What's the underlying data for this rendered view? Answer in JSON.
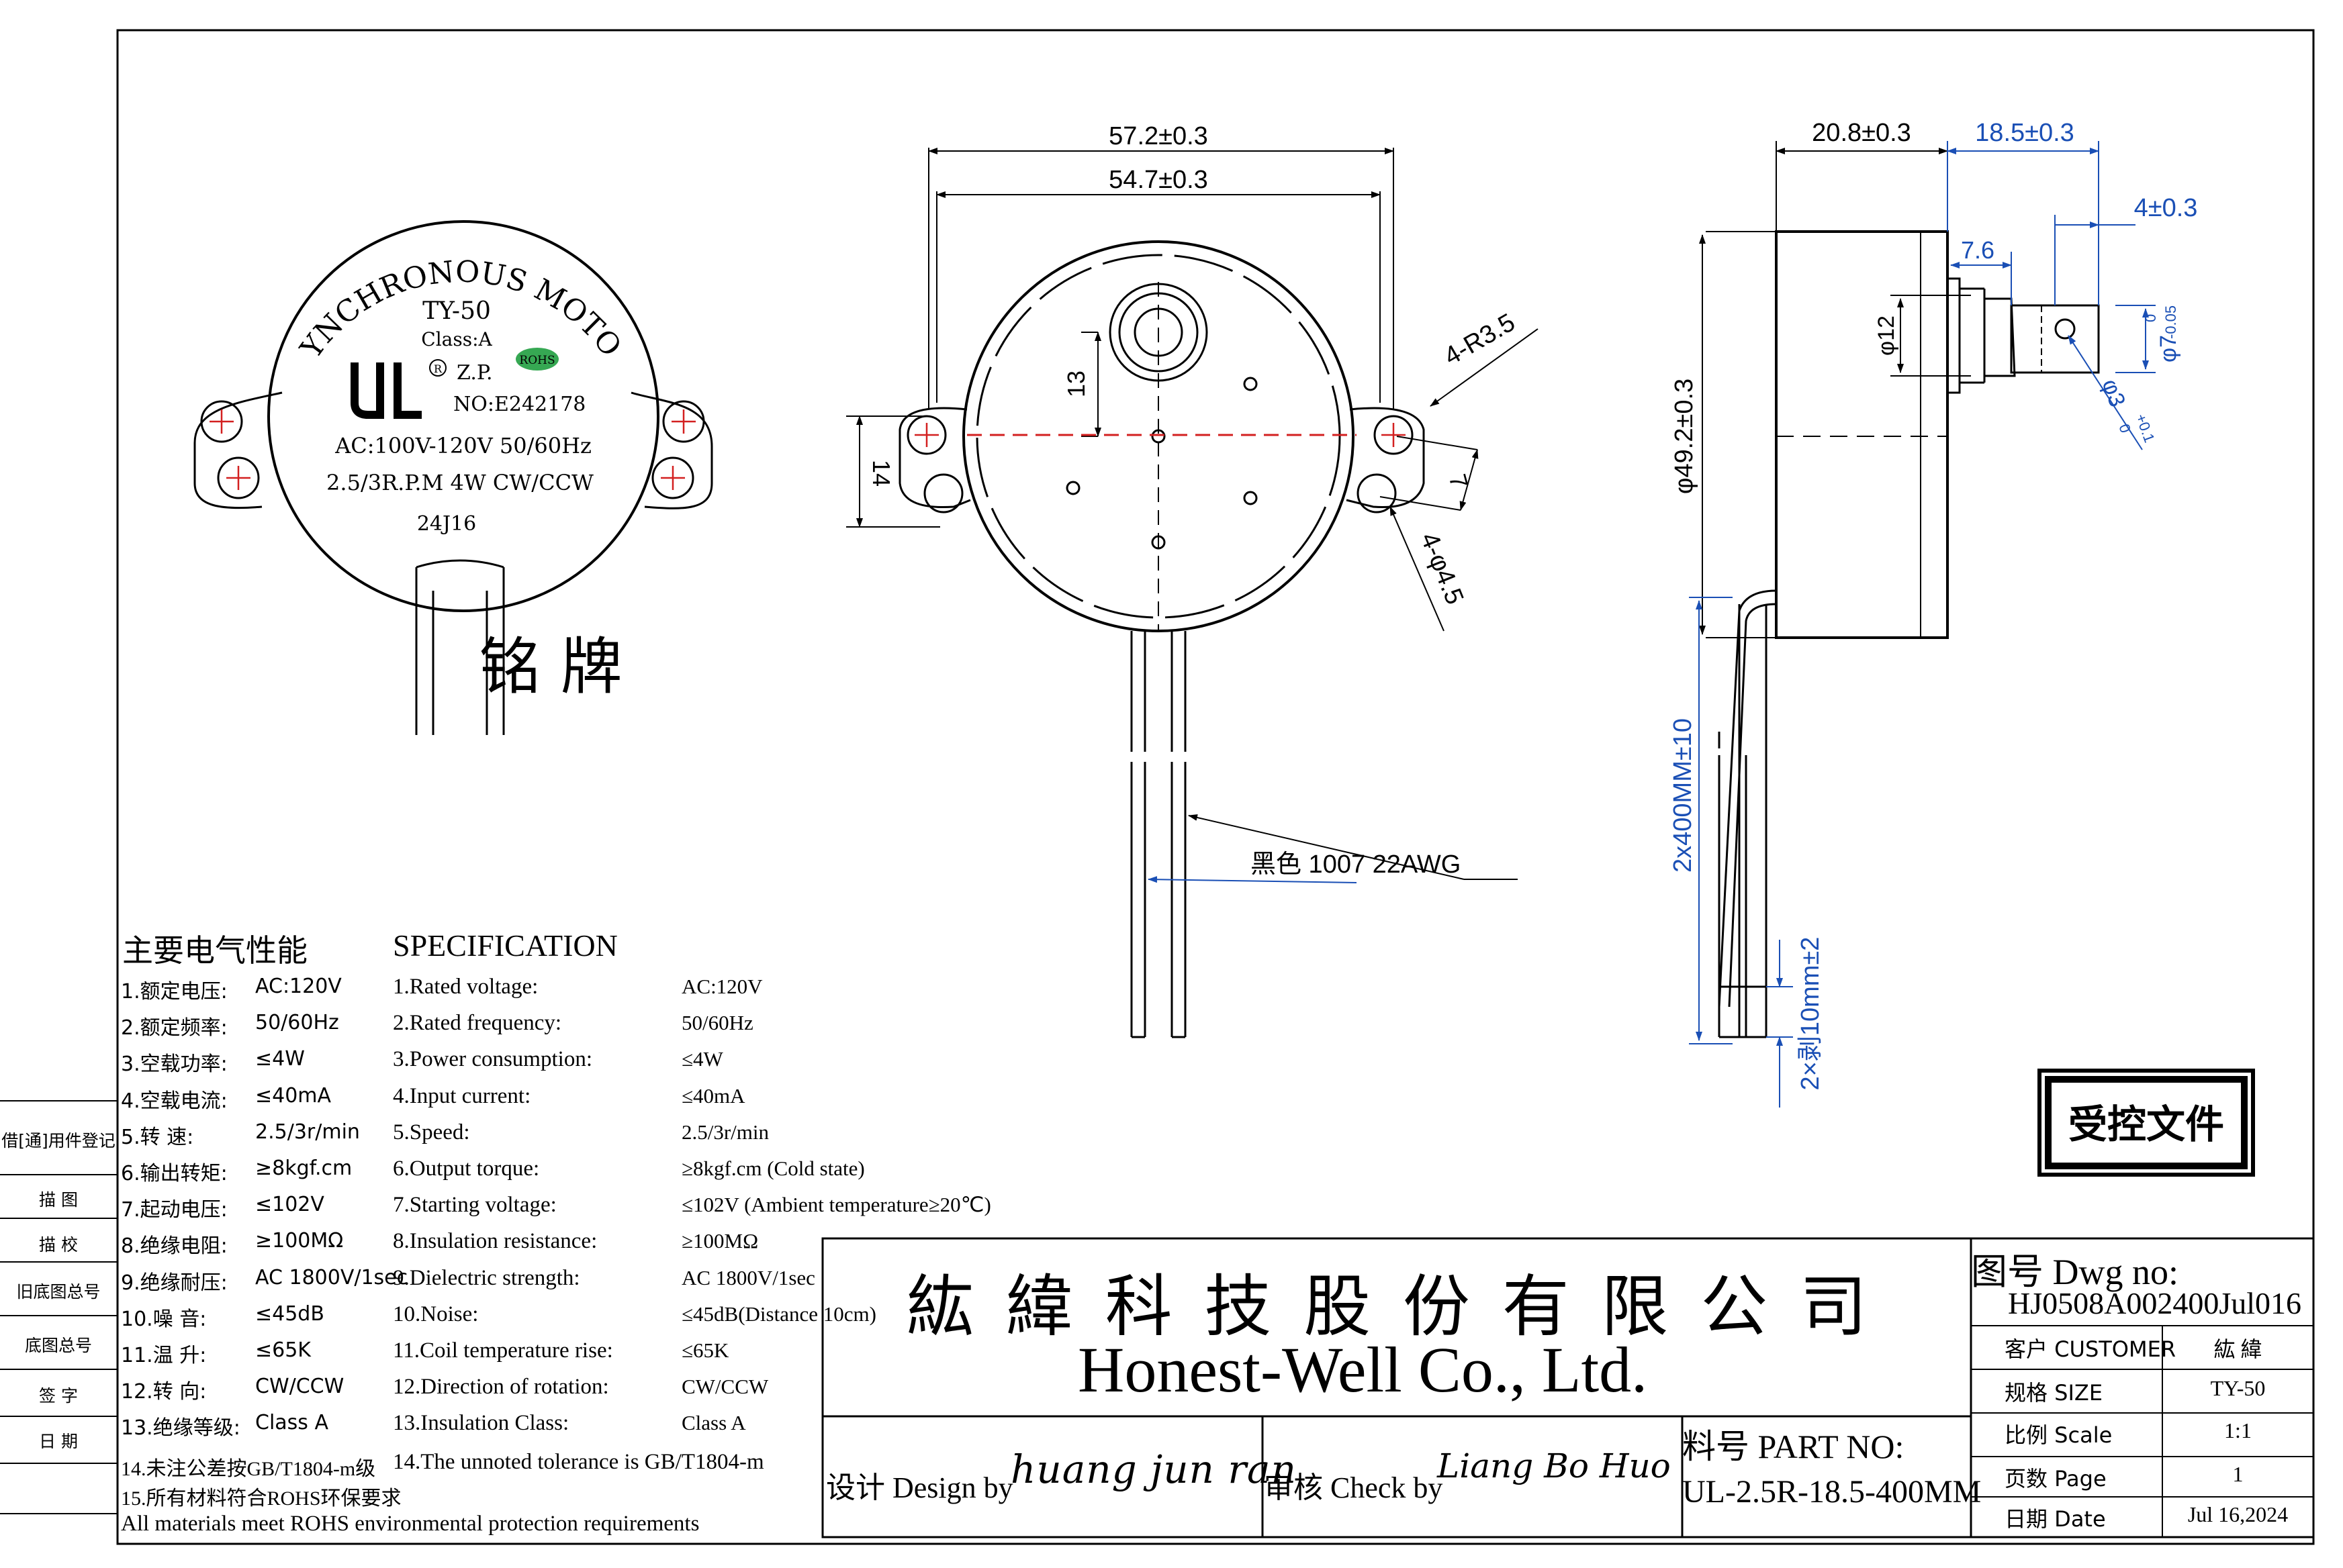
{
  "nameplate": {
    "arc_text": "SYNCHRONOUS MOTOR",
    "model": "TY-50",
    "class": "Class:A",
    "r_mark": "R",
    "zp": "Z.P.",
    "rohs": "ROHS",
    "number": "NO:E242178",
    "voltage": "AC:100V-120V  50/60Hz",
    "rpm": "2.5/3R.P.M 4W CW/CCW",
    "date_code": "24J16",
    "label_cn": "铭 牌"
  },
  "front_view": {
    "dim_overall": "57.2±0.3",
    "dim_holes": "54.7±0.3",
    "dim_13": "13",
    "dim_14": "14",
    "dim_7": "7",
    "dim_radius": "4-R3.5",
    "dim_holes_dia": "4-φ4.5",
    "wire_label": "黑色 1007 22AWG"
  },
  "side_view": {
    "dim_body": "20.8±0.3",
    "dim_shaft": "18.5±0.3",
    "dim_flat": "4±0.3",
    "dim_76": "7.6",
    "dim_boss": "φ12",
    "dim_shaft_dia": "φ7",
    "tol_shaft_dia_upper": "0",
    "tol_shaft_dia_lower": "-0.05",
    "dim_hole": "φ3",
    "tol_hole_upper": "+0.1",
    "tol_hole_lower": "0",
    "dim_height": "φ49.2±0.3",
    "dim_lead": "2x400MM±10",
    "dim_strip": "2×剥10mm±2"
  },
  "spec": {
    "cn_title": "主要电气性能",
    "en_title": "SPECIFICATION",
    "rows": [
      {
        "cn_label": "1.额定电压:",
        "cn_value": "AC:120V",
        "en_label": "1.Rated voltage:",
        "en_value": "AC:120V"
      },
      {
        "cn_label": "2.额定频率:",
        "cn_value": "50/60Hz",
        "en_label": "2.Rated frequency:",
        "en_value": "50/60Hz"
      },
      {
        "cn_label": "3.空载功率:",
        "cn_value": "≤4W",
        "en_label": "3.Power consumption:",
        "en_value": "≤4W"
      },
      {
        "cn_label": "4.空载电流:",
        "cn_value": "≤40mA",
        "en_label": "4.Input current:",
        "en_value": "≤40mA"
      },
      {
        "cn_label": "5.转    速:",
        "cn_value": "2.5/3r/min",
        "en_label": "5.Speed:",
        "en_value": "2.5/3r/min"
      },
      {
        "cn_label": "6.输出转矩:",
        "cn_value": "≥8kgf.cm",
        "en_label": "6.Output torque:",
        "en_value": "≥8kgf.cm (Cold state)"
      },
      {
        "cn_label": "7.起动电压:",
        "cn_value": "≤102V",
        "en_label": "7.Starting voltage:",
        "en_value": "≤102V (Ambient temperature≥20℃)"
      },
      {
        "cn_label": "8.绝缘电阻:",
        "cn_value": "≥100MΩ",
        "en_label": "8.Insulation resistance:",
        "en_value": "≥100MΩ"
      },
      {
        "cn_label": "9.绝缘耐压:",
        "cn_value": "AC 1800V/1sec",
        "en_label": "9.Dielectric strength:",
        "en_value": "AC 1800V/1sec"
      },
      {
        "cn_label": "10.噪    音:",
        "cn_value": "≤45dB",
        "en_label": "10.Noise:",
        "en_value": "≤45dB(Distance 10cm)"
      },
      {
        "cn_label": "11.温    升:",
        "cn_value": "≤65K",
        "en_label": "11.Coil temperature rise:",
        "en_value": "≤65K"
      },
      {
        "cn_label": "12.转    向:",
        "cn_value": "CW/CCW",
        "en_label": "12.Direction of rotation:",
        "en_value": "CW/CCW"
      },
      {
        "cn_label": "13.绝缘等级:",
        "cn_value": "Class A",
        "en_label": "13.Insulation  Class:",
        "en_value": "Class A"
      }
    ],
    "note14_cn": "14.未注公差按GB/T1804-m级",
    "note14_en": "14.The unnoted tolerance is GB/T1804-m",
    "note15_cn": "15.所有材料符合ROHS环保要求",
    "note15_en": "All materials meet ROHS environmental protection requirements"
  },
  "side_table": [
    "借[通]用件登记",
    "描  图",
    "描  校",
    "旧底图总号",
    "底图总号",
    "签  字",
    "日  期"
  ],
  "stamp": "受控文件",
  "title_block": {
    "company_cn": "紘 緯 科 技 股 份 有 限 公 司",
    "company_en": "Honest-Well Co., Ltd.",
    "design_label": "设计 Design by",
    "design_sign": "huang jun ran",
    "check_label": "审核 Check by",
    "check_sign": "Liang Bo Huo",
    "part_label": "料号 PART NO:",
    "part_no": "UL-2.5R-18.5-400MM",
    "dwg_label": "图号 Dwg no:",
    "dwg_no": "HJ0508A002400Jul016",
    "fields": [
      {
        "label": "客户 CUSTOMER",
        "value": "紘  緯"
      },
      {
        "label": "规格 SIZE",
        "value": "TY-50"
      },
      {
        "label": "比例 Scale",
        "value": "1:1"
      },
      {
        "label": "页数 Page",
        "value": "1"
      },
      {
        "label": "日期 Date",
        "value": "Jul 16,2024"
      }
    ]
  }
}
